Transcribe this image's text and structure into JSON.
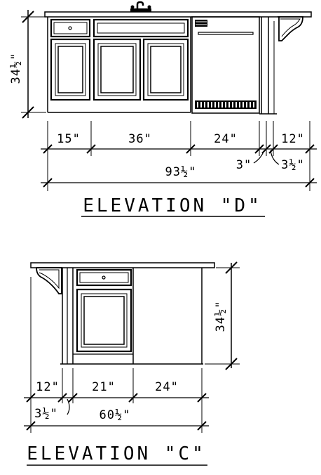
{
  "elevation_d": {
    "title": "ELEVATION \"D\"",
    "height": "34½\"",
    "dims": {
      "d15": "15\"",
      "d36": "36\"",
      "d24": "24\"",
      "d12": "12\"",
      "d3": "3\"",
      "d3half": "3½\"",
      "total": "93½\""
    }
  },
  "elevation_c": {
    "title": "ELEVATION \"C\"",
    "height": "34½\"",
    "dims": {
      "d12": "12\"",
      "d21": "21\"",
      "d24": "24\"",
      "d3half": "3½\"",
      "total": "60½\""
    }
  },
  "colors": {
    "ink": "#000000",
    "paper": "#ffffff"
  }
}
